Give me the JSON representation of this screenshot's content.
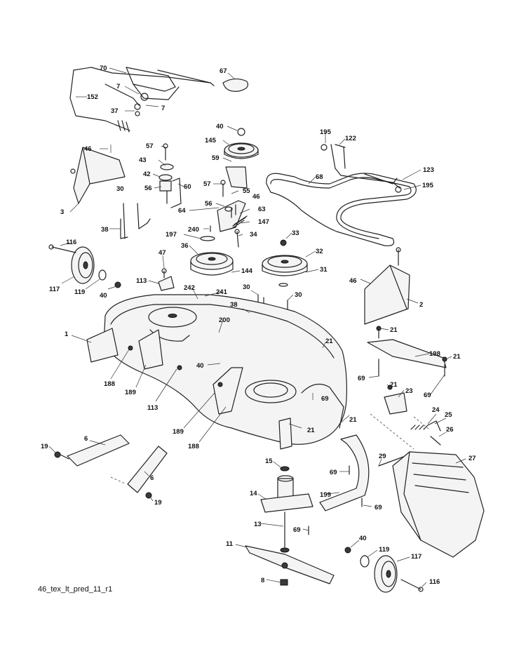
{
  "caption": "46_tex_lt_pred_11_r1",
  "callouts": {
    "c70": "70",
    "c67": "67",
    "c7a": "7",
    "c7b": "7",
    "c152": "152",
    "c37": "37",
    "c40a": "40",
    "c145": "145",
    "c59": "59",
    "c195a": "195",
    "c122": "122",
    "c123": "123",
    "c195b": "195",
    "c68": "68",
    "c46a": "46",
    "c57a": "57",
    "c43": "43",
    "c42": "42",
    "c56a": "56",
    "c60": "60",
    "c57b": "57",
    "c55": "55",
    "c46b": "46",
    "c30a": "30",
    "c3": "3",
    "c64": "64",
    "c56b": "56",
    "c63": "63",
    "c38a": "38",
    "c240": "240",
    "c147": "147",
    "c197": "197",
    "c34": "34",
    "c33": "33",
    "c116a": "116",
    "c36": "36",
    "c32": "32",
    "c47": "47",
    "c117a": "117",
    "c119a": "119",
    "c40b": "40",
    "c113a": "113",
    "c144": "144",
    "c31": "31",
    "c46c": "46",
    "c242": "242",
    "c241": "241",
    "c30b": "30",
    "c30c": "30",
    "c2": "2",
    "c38b": "38",
    "c200": "200",
    "c21a": "21",
    "c1": "1",
    "c21b": "21",
    "c198": "198",
    "c21c": "21",
    "c40c": "40",
    "c188a": "188",
    "c69a": "69",
    "c189a": "189",
    "c113b": "113",
    "c69b": "69",
    "c21d": "21",
    "c23": "23",
    "c69c": "69",
    "c24": "24",
    "c25": "25",
    "c21e": "21",
    "c189b": "189",
    "c21f": "21",
    "c26": "26",
    "c188b": "188",
    "c6a": "6",
    "c19a": "19",
    "c15": "15",
    "c29": "29",
    "c27": "27",
    "c69d": "69",
    "c6b": "6",
    "c14": "14",
    "c199": "199",
    "c69e": "69",
    "c19b": "19",
    "c13": "13",
    "c69f": "69",
    "c40d": "40",
    "c11": "11",
    "c119b": "119",
    "c117b": "117",
    "c8": "8",
    "c116b": "116"
  }
}
